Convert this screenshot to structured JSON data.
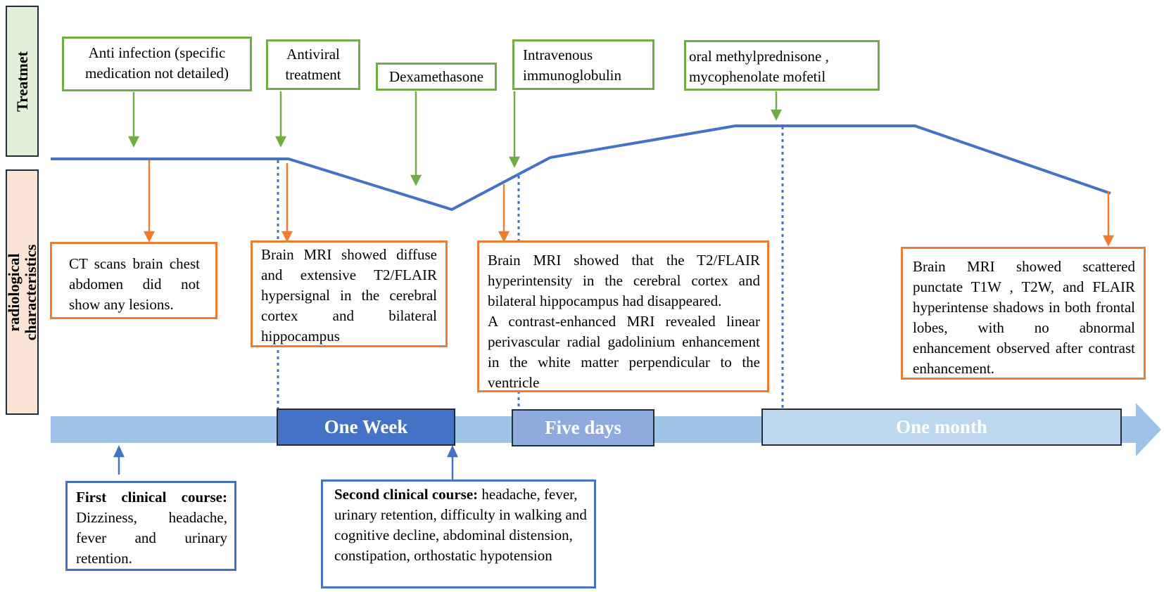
{
  "side_labels": {
    "treatment": "Treatmet",
    "radiological_line1": "radiological",
    "radiological_line2": "characteristics"
  },
  "treatments": {
    "anti_infection": "Anti infection  (specific medication not detailed)",
    "antiviral": "Antiviral treatment",
    "dexamethasone": "Dexamethasone",
    "ivig": "Intravenous immunoglobulin",
    "oral_line1": "oral methylprednisone ,",
    "oral_line2": "mycophenolate mofetil"
  },
  "radiology": {
    "ct": "CT scans brain chest abdomen did not show any lesions.",
    "mri1": "Brain MRI showed diffuse and extensive T2/FLAIR hypersignal in the cerebral cortex and bilateral hippocampus",
    "mri2_p1": "Brain MRI  showed that the T2/FLAIR hyperintensity in the cerebral cortex and bilateral hippocampus had disappeared.",
    "mri2_p2": "A contrast-enhanced MRI revealed linear perivascular radial gadolinium enhancement in the white matter perpendicular to the ventricle",
    "mri3": "Brain MRI showed scattered punctate T1W , T2W, and FLAIR hyperintense shadows in both frontal lobes, with no abnormal enhancement observed after contrast enhancement."
  },
  "timeline": {
    "one_week": "One Week",
    "five_days": "Five days",
    "one_month": "One month"
  },
  "clinical": {
    "first_title": "First clinical course:",
    "first_text": "Dizziness, headache, fever and urinary retention.",
    "second_title": "Second clinical course:",
    "second_text": "headache, fever, urinary retention, difficulty in walking and cognitive decline, abdominal distension, constipation, orthostatic hypotension"
  },
  "colors": {
    "treatment_green": "#70ad47",
    "radiology_orange": "#ed7d31",
    "course_blue": "#4472c4",
    "timeline_light": "#9dc3e6"
  }
}
